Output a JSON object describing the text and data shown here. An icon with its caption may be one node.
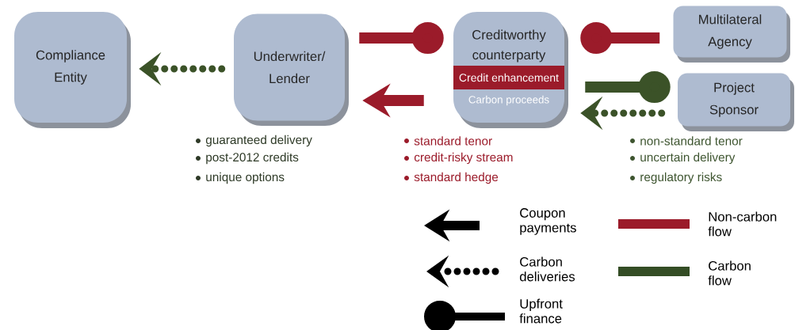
{
  "diagram": {
    "nodes": [
      {
        "text": [
          "Compliance Entity"
        ]
      },
      {
        "text": [
          "Underwriter/ Lender"
        ],
        "beside": [
          "guaranteed delivery",
          "post-2012 credits",
          "unique options"
        ]
      },
      {
        "text": [
          "Creditworthy counterparty",
          "Credit enhancement",
          "Carbon proceeds"
        ],
        "beside": [
          "standard tenor",
          "credit-risky stream",
          "standard hedge"
        ]
      },
      {
        "text": [
          "Multilateral Agency"
        ]
      },
      {
        "text": [
          "Project Sponsor"
        ],
        "beside": [
          "non-standard tenor",
          "uncertain delivery",
          "regulatory risks"
        ]
      }
    ],
    "edges": [
      {
        "from": 1,
        "to": 0,
        "arrow": "to",
        "style": "dashed",
        "color": "#3b5228"
      },
      {
        "from": 1,
        "to": 2,
        "arrow": "other",
        "color": "#9b1b2a"
      },
      {
        "from": 2,
        "to": 1,
        "arrow": "to",
        "color": "#9b1b2a"
      },
      {
        "from": 3,
        "to": 2,
        "arrow": "other",
        "color": "#9b1b2a"
      },
      {
        "from": 2,
        "to": 4,
        "arrow": "other",
        "color": "#3b5228"
      },
      {
        "from": 4,
        "to": 2,
        "arrow": "to",
        "style": "dashed",
        "color": "#3b5228"
      }
    ],
    "legend": [
      {
        "text": "Coupon payments"
      },
      {
        "text": "Non-carbon flow",
        "color": "#9b1b2a"
      },
      {
        "text": "Carbon deliveries"
      },
      {
        "text": "Carbon flow",
        "color": "#344d25"
      },
      {
        "text": "Upfront finance"
      }
    ]
  }
}
